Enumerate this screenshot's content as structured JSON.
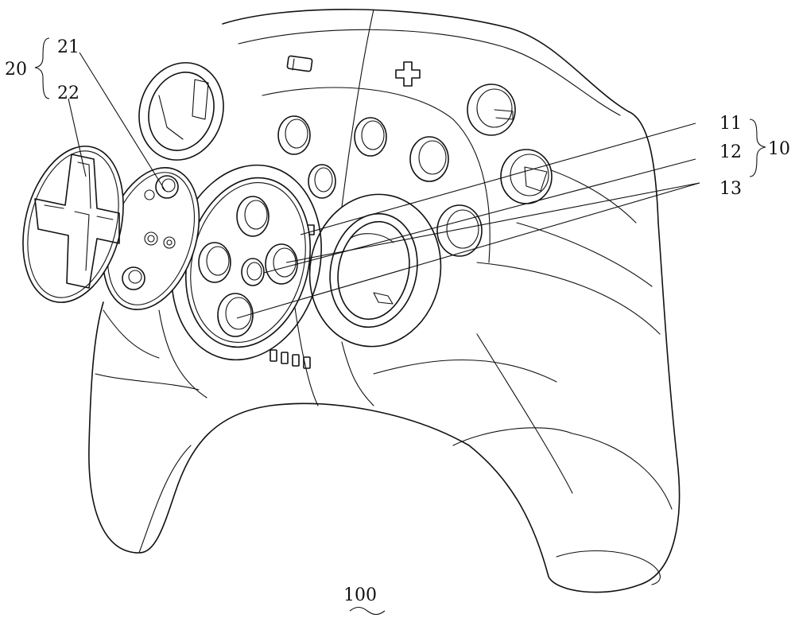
{
  "labels": {
    "l10": "10",
    "l11": "11",
    "l12": "12",
    "l13": "13",
    "l20": "20",
    "l21": "21",
    "l22": "22",
    "l100": "100"
  }
}
